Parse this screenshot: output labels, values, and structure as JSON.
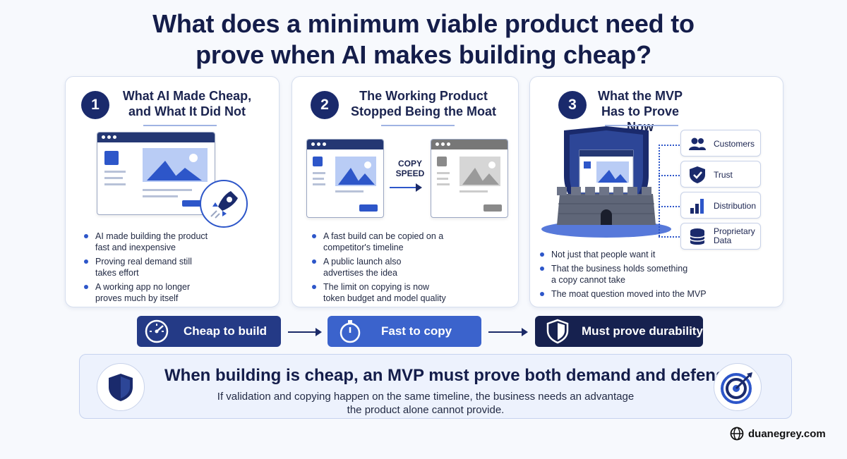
{
  "title_line1": "What does a minimum viable product need to",
  "title_line2": "prove when AI makes building cheap?",
  "cards": [
    {
      "number": "1",
      "title_line1": "What AI Made Cheap,",
      "title_line2": "and What It Did Not",
      "bullets": [
        [
          "AI made building the product",
          "fast and inexpensive"
        ],
        [
          "Proving real demand still",
          "takes effort"
        ],
        [
          "A working app no longer",
          "proves much by itself"
        ]
      ]
    },
    {
      "number": "2",
      "title_line1": "The Working Product",
      "title_line2": "Stopped Being the Moat",
      "copy_label_1": "COPY",
      "copy_label_2": "SPEED",
      "bullets": [
        [
          "A fast build can be copied on a",
          "competitor's timeline"
        ],
        [
          "A public launch also",
          "advertises the idea"
        ],
        [
          "The limit on copying is now",
          "token budget and model quality"
        ]
      ]
    },
    {
      "number": "3",
      "title_line1": "What the MVP",
      "title_line2": "Has to Prove Now",
      "side_items": [
        {
          "label_1": "Customers",
          "label_2": "",
          "icon": "users-icon"
        },
        {
          "label_1": "Trust",
          "label_2": "",
          "icon": "shield-check-icon"
        },
        {
          "label_1": "Distribution",
          "label_2": "",
          "icon": "bar-chart-icon"
        },
        {
          "label_1": "Proprietary",
          "label_2": "Data",
          "icon": "database-icon"
        }
      ],
      "bullets": [
        [
          "Not just that people want it",
          ""
        ],
        [
          "That the business holds something",
          "a copy cannot take"
        ],
        [
          "The moat question moved into the MVP",
          ""
        ]
      ]
    }
  ],
  "flow": [
    {
      "label": "Cheap to build",
      "icon": "speedometer-icon",
      "color": "#243a86"
    },
    {
      "label": "Fast to copy",
      "icon": "stopwatch-icon",
      "color": "#3b63cc"
    },
    {
      "label": "Must prove durability",
      "icon": "shield-icon",
      "color": "#16214f"
    }
  ],
  "banner": {
    "main": "When building is cheap, an MVP must prove both demand and defense.",
    "sub_line1": "If validation and copying happen on the same timeline, the business needs an advantage",
    "sub_line2": "the product alone cannot provide."
  },
  "footer": {
    "site": "duanegrey.com"
  },
  "colors": {
    "navy": "#1a2a6c",
    "accent": "#2d56c9",
    "light_accent": "#4a73dc"
  }
}
